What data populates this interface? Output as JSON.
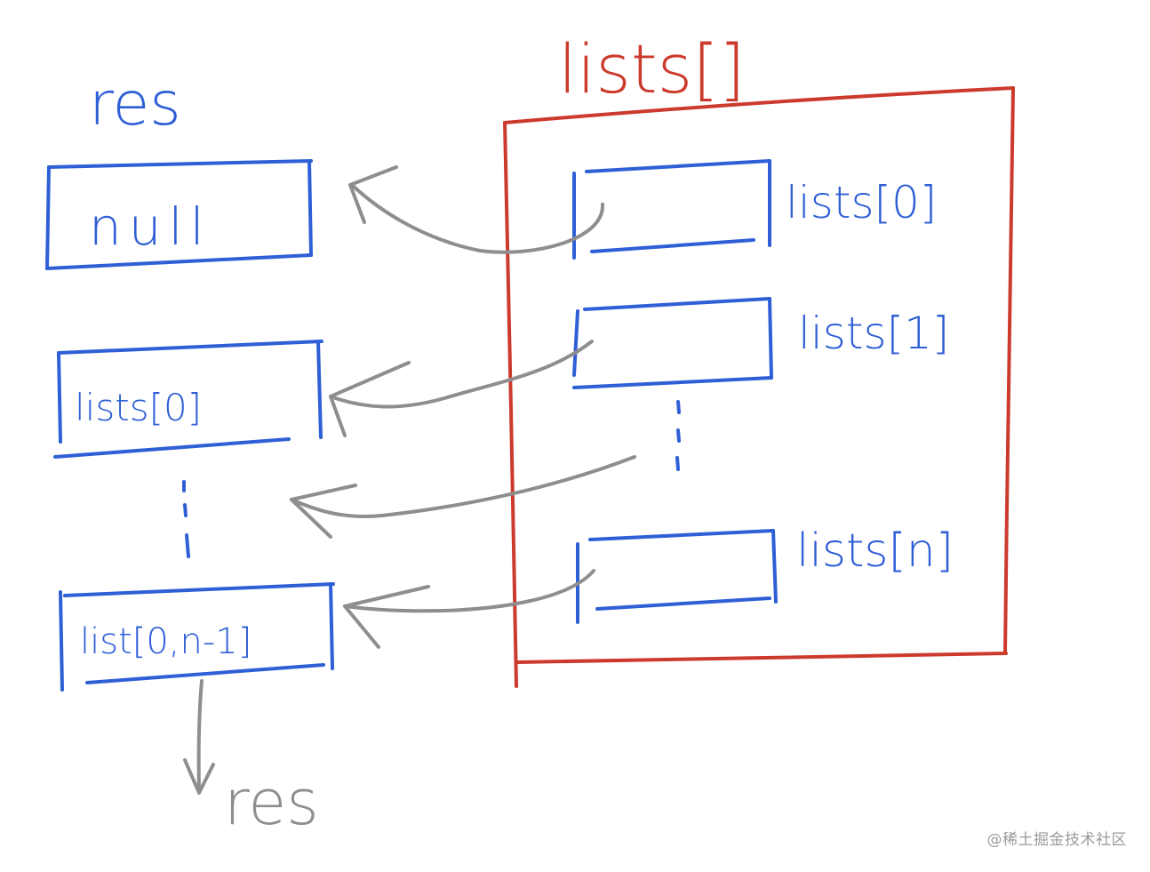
{
  "diagram": {
    "colors": {
      "blue": "#2f5fd6",
      "red": "#cc3a2d",
      "gray": "#8e8e8e"
    },
    "res_label": "res",
    "res_boxes": [
      "null",
      "lists[0]",
      "list[0,n-1]"
    ],
    "lists_label": "lists[]",
    "lists_items": [
      "lists[0]",
      "lists[1]",
      "lists[n]"
    ],
    "output_label": "res"
  },
  "watermark": "@稀土掘金技术社区"
}
